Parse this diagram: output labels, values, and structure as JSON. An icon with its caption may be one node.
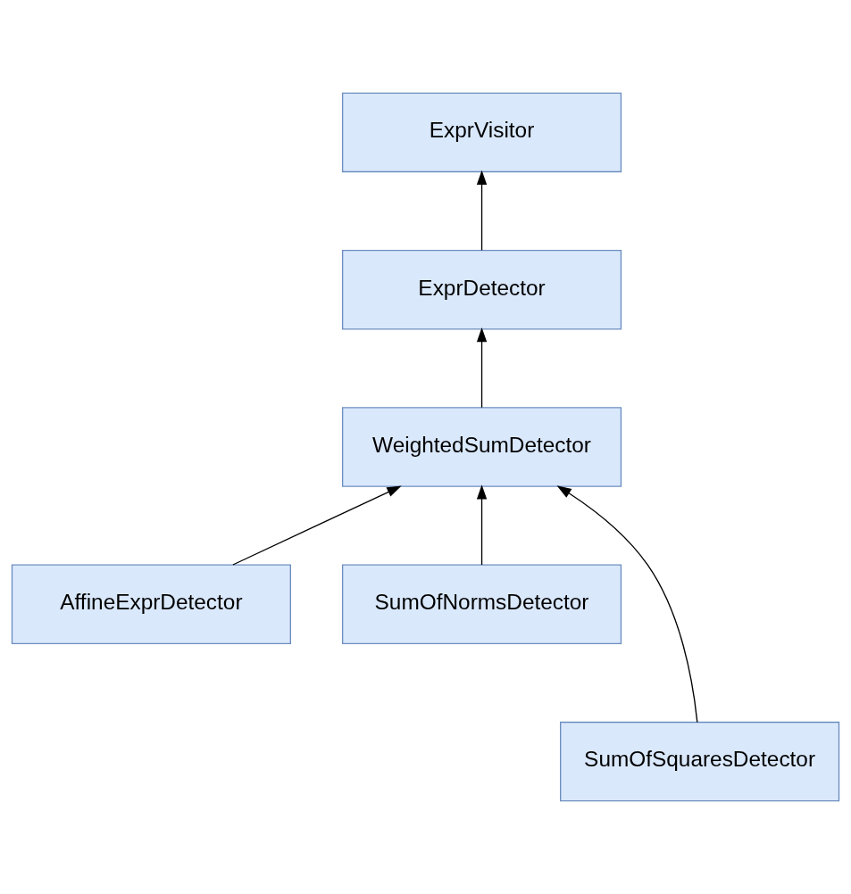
{
  "diagram": {
    "nodes": [
      {
        "text": [
          "ExprVisitor"
        ]
      },
      {
        "text": [
          "ExprDetector"
        ]
      },
      {
        "text": [
          "WeightedSumDetector"
        ]
      },
      {
        "text": [
          "AffineExprDetector"
        ]
      },
      {
        "text": [
          "SumOfNormsDetector"
        ]
      },
      {
        "text": [
          "SumOfSquaresDetector"
        ]
      }
    ],
    "edges": [
      {
        "from": 1,
        "to": 0,
        "arrow": "to"
      },
      {
        "from": 2,
        "to": 1,
        "arrow": "to"
      },
      {
        "from": 3,
        "to": 2,
        "arrow": "to"
      },
      {
        "from": 5,
        "to": 2,
        "arrow": "to"
      },
      {
        "from": 4,
        "to": 2,
        "arrow": "to"
      }
    ]
  }
}
